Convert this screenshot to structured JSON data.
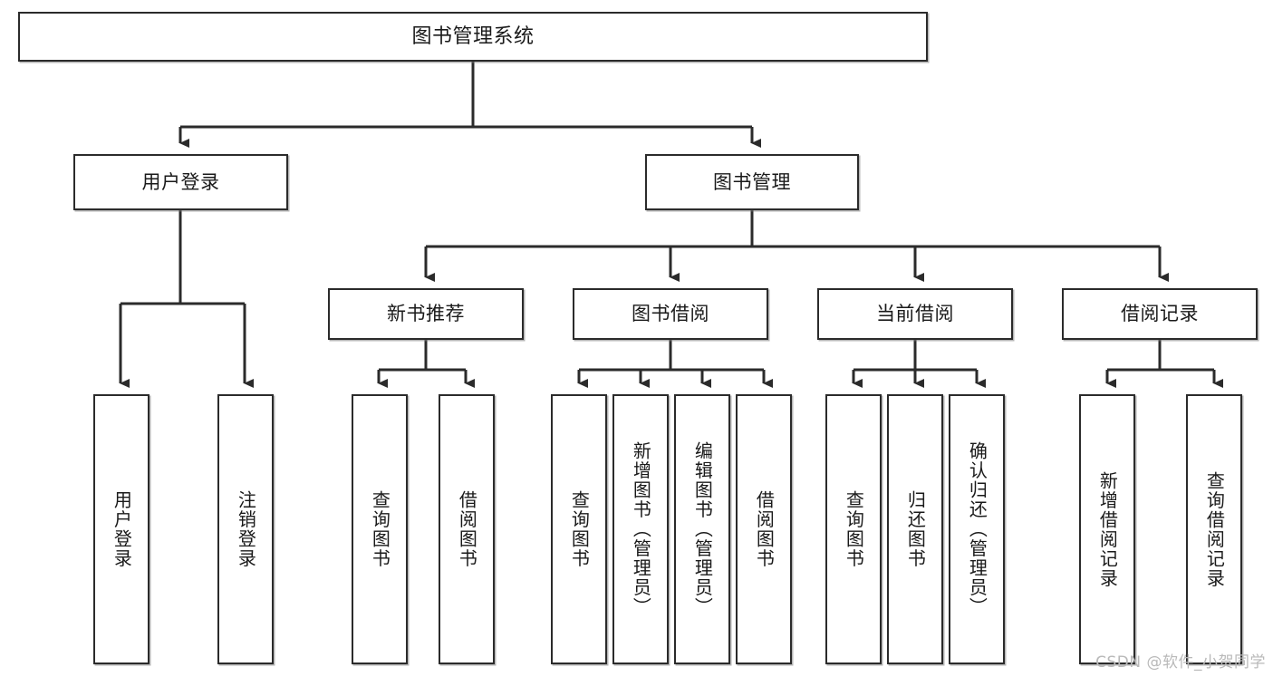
{
  "diagram": {
    "type": "tree-hierarchy",
    "title": "图书管理系统",
    "watermark": "CSDN @软件_小贺同学",
    "style": {
      "box_border_color": "#2b2b2b",
      "box_fill": "#ffffff",
      "connector_color": "#2b2b2b",
      "text_color": "#1a1a1a",
      "watermark_color": "#b9b9b9",
      "background": "#ffffff"
    },
    "levels": [
      {
        "level": 0,
        "nodes": [
          {
            "id": "root",
            "label": "图书管理系统",
            "orientation": "horizontal"
          }
        ]
      },
      {
        "level": 1,
        "nodes": [
          {
            "id": "login",
            "label": "用户登录",
            "orientation": "horizontal",
            "parent": "root"
          },
          {
            "id": "bookmgmt",
            "label": "图书管理",
            "orientation": "horizontal",
            "parent": "root"
          }
        ]
      },
      {
        "level": 2,
        "nodes": [
          {
            "id": "newbook",
            "label": "新书推荐",
            "orientation": "horizontal",
            "parent": "bookmgmt"
          },
          {
            "id": "borrow",
            "label": "图书借阅",
            "orientation": "horizontal",
            "parent": "bookmgmt"
          },
          {
            "id": "current",
            "label": "当前借阅",
            "orientation": "horizontal",
            "parent": "bookmgmt"
          },
          {
            "id": "records",
            "label": "借阅记录",
            "orientation": "horizontal",
            "parent": "bookmgmt"
          }
        ]
      },
      {
        "level": 3,
        "nodes": [
          {
            "id": "leaf1",
            "label": "用户登录",
            "orientation": "vertical",
            "parent": "login"
          },
          {
            "id": "leaf2",
            "label": "注销登录",
            "orientation": "vertical",
            "parent": "login"
          },
          {
            "id": "leaf3",
            "label": "查询图书",
            "orientation": "vertical",
            "parent": "newbook"
          },
          {
            "id": "leaf4",
            "label": "借阅图书",
            "orientation": "vertical",
            "parent": "newbook"
          },
          {
            "id": "leaf5",
            "label": "查询图书",
            "orientation": "vertical",
            "parent": "borrow"
          },
          {
            "id": "leaf6",
            "label": "新增图书（管理员）",
            "orientation": "vertical",
            "parent": "borrow"
          },
          {
            "id": "leaf7",
            "label": "编辑图书（管理员）",
            "orientation": "vertical",
            "parent": "borrow"
          },
          {
            "id": "leaf8",
            "label": "借阅图书",
            "orientation": "vertical",
            "parent": "borrow"
          },
          {
            "id": "leaf9",
            "label": "查询图书",
            "orientation": "vertical",
            "parent": "current"
          },
          {
            "id": "leaf10",
            "label": "归还图书",
            "orientation": "vertical",
            "parent": "current"
          },
          {
            "id": "leaf11",
            "label": "确认归还（管理员）",
            "orientation": "vertical",
            "parent": "current"
          },
          {
            "id": "leaf12",
            "label": "新增借阅记录",
            "orientation": "vertical",
            "parent": "records"
          },
          {
            "id": "leaf13",
            "label": "查询借阅记录",
            "orientation": "vertical",
            "parent": "records"
          }
        ]
      }
    ]
  }
}
